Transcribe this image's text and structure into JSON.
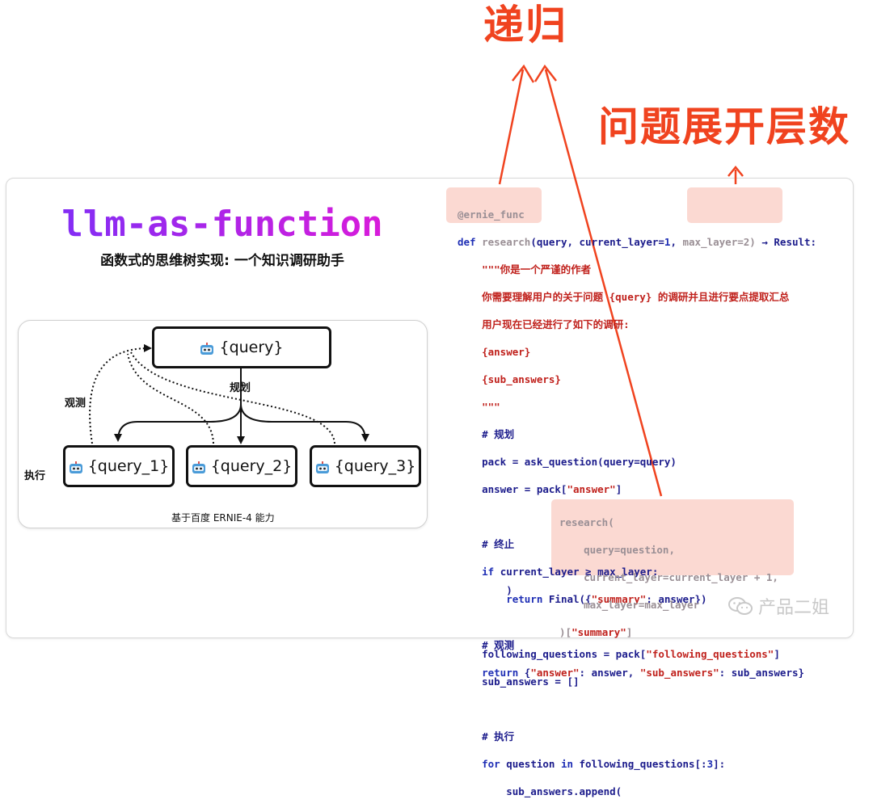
{
  "annotations": {
    "recursion": "递归",
    "expand_layers": "问题展开层数"
  },
  "slide": {
    "title": "llm-as-function",
    "subtitle": "函数式的思维树实现: 一个知识调研助手"
  },
  "diagram": {
    "root": "{query}",
    "children": [
      "{query_1}",
      "{query_2}",
      "{query_3}"
    ],
    "label_plan": "规划",
    "label_observe": "观测",
    "label_execute": "执行",
    "caption": "基于百度 ERNIE-4 能力"
  },
  "code": {
    "decorator": "@ernie_func",
    "def_kw": "def ",
    "fn_name": "research",
    "params": "(query, current_layer=",
    "p1": "1",
    "sep": ", ",
    "max_layer": "max_layer=2)",
    "ret": " → Result:",
    "doc_open": "    \"\"\"你是一个严谨的作者",
    "doc2": "    你需要理解用户的关于问题 {query} 的调研并且进行要点提取汇总",
    "doc3": "    用户现在已经进行了如下的调研:",
    "doc4": "    {answer}",
    "doc5": "    {sub_answers}",
    "doc_close": "    \"\"\"",
    "c_plan": "    # 规划",
    "l_pack": "    pack = ask_question(query=query)",
    "l_answer_a": "    answer = pack[",
    "l_answer_s": "\"answer\"",
    "l_answer_b": "]",
    "c_end": "    # 终止",
    "l_if_kw": "    if ",
    "l_if": "current_layer ≥ max_layer:",
    "l_return_kw": "        return ",
    "l_return": "Final({",
    "l_return_s": "\"summary\"",
    "l_return_b": ": answer})",
    "l_follow_a": "    following_questions = pack[",
    "l_follow_s": "\"following_questions\"",
    "l_follow_b": "]",
    "l_sub": "    sub_answers = []",
    "c_exec": "    # 执行",
    "l_for_kw": "    for ",
    "l_for_a": "question ",
    "l_for_in": "in ",
    "l_for_b": "following_questions[:",
    "l_for_n": "3",
    "l_for_c": "]:",
    "l_append": "        sub_answers.append(",
    "r1": "research(",
    "r2": "    query=question,",
    "r3": "    current_layer=current_layer + 1,",
    "r4": "    max_layer=max_layer",
    "r5a": ")[",
    "r5s": "\"summary\"",
    "r5b": "]",
    "l_close": "        )",
    "c_obs": "    # 观测",
    "l_ret2_kw": "    return ",
    "l_ret2_a": "{",
    "l_ret2_s1": "\"answer\"",
    "l_ret2_b": ": answer, ",
    "l_ret2_s2": "\"sub_answers\"",
    "l_ret2_c": ": sub_answers}"
  },
  "watermark": "产品二姐",
  "colors": {
    "annotation": "#f0431f",
    "highlight": "#fbd9d2",
    "title_start": "#7b2ff7",
    "title_end": "#e01ad8"
  }
}
